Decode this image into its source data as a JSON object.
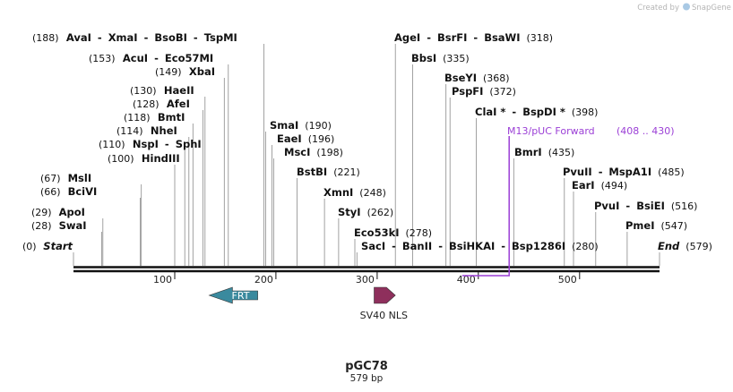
{
  "credit": {
    "prefix": "Created by",
    "brand": "SnapGene"
  },
  "plasmid": {
    "name": "pGC78",
    "length_text": "579 bp",
    "length_bp": 579
  },
  "colors": {
    "backbone": "#111111",
    "primer": "#9b3fd6",
    "frt": "#3a8a9e",
    "sv40": "#8e2f5c"
  },
  "sites": [
    {
      "pos": 0,
      "parts": [
        {
          "t": "(0)",
          "k": "num"
        },
        {
          "t": "Start",
          "k": "end"
        }
      ]
    },
    {
      "pos": 28,
      "parts": [
        {
          "t": "(28)",
          "k": "num"
        },
        {
          "t": "SwaI",
          "k": "ez"
        }
      ]
    },
    {
      "pos": 29,
      "parts": [
        {
          "t": "(29)",
          "k": "num"
        },
        {
          "t": "ApoI",
          "k": "ez"
        }
      ]
    },
    {
      "pos": 66,
      "parts": [
        {
          "t": "(66)",
          "k": "num"
        },
        {
          "t": "BciVI",
          "k": "ez"
        }
      ]
    },
    {
      "pos": 67,
      "parts": [
        {
          "t": "(67)",
          "k": "num"
        },
        {
          "t": "MslI",
          "k": "ez"
        }
      ]
    },
    {
      "pos": 100,
      "parts": [
        {
          "t": "(100)",
          "k": "num"
        },
        {
          "t": "HindIII",
          "k": "ez"
        }
      ]
    },
    {
      "pos": 110,
      "parts": [
        {
          "t": "(110)",
          "k": "num"
        },
        {
          "t": "NspI",
          "k": "ez"
        },
        {
          "t": "-",
          "k": "dash"
        },
        {
          "t": "SphI",
          "k": "ez"
        }
      ]
    },
    {
      "pos": 114,
      "parts": [
        {
          "t": "(114)",
          "k": "num"
        },
        {
          "t": "NheI",
          "k": "ez"
        }
      ]
    },
    {
      "pos": 118,
      "parts": [
        {
          "t": "(118)",
          "k": "num"
        },
        {
          "t": "BmtI",
          "k": "ez"
        }
      ]
    },
    {
      "pos": 128,
      "parts": [
        {
          "t": "(128)",
          "k": "num"
        },
        {
          "t": "AfeI",
          "k": "ez"
        }
      ]
    },
    {
      "pos": 130,
      "parts": [
        {
          "t": "(130)",
          "k": "num"
        },
        {
          "t": "HaeII",
          "k": "ez"
        }
      ]
    },
    {
      "pos": 149,
      "parts": [
        {
          "t": "(149)",
          "k": "num"
        },
        {
          "t": "XbaI",
          "k": "ez"
        }
      ]
    },
    {
      "pos": 153,
      "parts": [
        {
          "t": "(153)",
          "k": "num"
        },
        {
          "t": "AcuI",
          "k": "ez"
        },
        {
          "t": "-",
          "k": "dash"
        },
        {
          "t": "Eco57MI",
          "k": "ez"
        }
      ]
    },
    {
      "pos": 188,
      "parts": [
        {
          "t": "(188)",
          "k": "num"
        },
        {
          "t": "AvaI",
          "k": "ez"
        },
        {
          "t": "-",
          "k": "dash"
        },
        {
          "t": "XmaI",
          "k": "ez"
        },
        {
          "t": "-",
          "k": "dash"
        },
        {
          "t": "BsoBI",
          "k": "ez"
        },
        {
          "t": "-",
          "k": "dash"
        },
        {
          "t": "TspMI",
          "k": "ez"
        }
      ]
    },
    {
      "pos": 190,
      "parts": [
        {
          "t": "SmaI",
          "k": "ez"
        },
        {
          "t": "(190)",
          "k": "num"
        }
      ]
    },
    {
      "pos": 196,
      "parts": [
        {
          "t": "EaeI",
          "k": "ez"
        },
        {
          "t": "(196)",
          "k": "num"
        }
      ]
    },
    {
      "pos": 198,
      "parts": [
        {
          "t": "MscI",
          "k": "ez"
        },
        {
          "t": "(198)",
          "k": "num"
        }
      ]
    },
    {
      "pos": 221,
      "parts": [
        {
          "t": "BstBI",
          "k": "ez"
        },
        {
          "t": "(221)",
          "k": "num"
        }
      ]
    },
    {
      "pos": 248,
      "parts": [
        {
          "t": "XmnI",
          "k": "ez"
        },
        {
          "t": "(248)",
          "k": "num"
        }
      ]
    },
    {
      "pos": 262,
      "parts": [
        {
          "t": "StyI",
          "k": "ez"
        },
        {
          "t": "(262)",
          "k": "num"
        }
      ]
    },
    {
      "pos": 278,
      "parts": [
        {
          "t": "Eco53kI",
          "k": "ez"
        },
        {
          "t": "(278)",
          "k": "num"
        }
      ]
    },
    {
      "pos": 280,
      "parts": [
        {
          "t": "SacI",
          "k": "ez"
        },
        {
          "t": "-",
          "k": "dash"
        },
        {
          "t": "BanII",
          "k": "ez"
        },
        {
          "t": "-",
          "k": "dash"
        },
        {
          "t": "BsiHKAI",
          "k": "ez"
        },
        {
          "t": "-",
          "k": "dash"
        },
        {
          "t": "Bsp1286I",
          "k": "ez"
        },
        {
          "t": "(280)",
          "k": "num"
        }
      ]
    },
    {
      "pos": 318,
      "parts": [
        {
          "t": "AgeI",
          "k": "ez"
        },
        {
          "t": "-",
          "k": "dash"
        },
        {
          "t": "BsrFI",
          "k": "ez"
        },
        {
          "t": "-",
          "k": "dash"
        },
        {
          "t": "BsaWI",
          "k": "ez"
        },
        {
          "t": "(318)",
          "k": "num"
        }
      ]
    },
    {
      "pos": 335,
      "parts": [
        {
          "t": "BbsI",
          "k": "ez"
        },
        {
          "t": "(335)",
          "k": "num"
        }
      ]
    },
    {
      "pos": 368,
      "parts": [
        {
          "t": "BseYI",
          "k": "ez"
        },
        {
          "t": "(368)",
          "k": "num"
        }
      ]
    },
    {
      "pos": 372,
      "parts": [
        {
          "t": "PspFI",
          "k": "ez"
        },
        {
          "t": "(372)",
          "k": "num"
        }
      ]
    },
    {
      "pos": 398,
      "parts": [
        {
          "t": "ClaI *",
          "k": "ez"
        },
        {
          "t": "-",
          "k": "dash"
        },
        {
          "t": "BspDI *",
          "k": "ez"
        },
        {
          "t": "(398)",
          "k": "num"
        }
      ]
    },
    {
      "pos": 435,
      "parts": [
        {
          "t": "BmrI",
          "k": "ez"
        },
        {
          "t": "(435)",
          "k": "num"
        }
      ]
    },
    {
      "pos": 485,
      "parts": [
        {
          "t": "PvuII",
          "k": "ez"
        },
        {
          "t": "-",
          "k": "dash"
        },
        {
          "t": "MspA1I",
          "k": "ez"
        },
        {
          "t": "(485)",
          "k": "num"
        }
      ]
    },
    {
      "pos": 494,
      "parts": [
        {
          "t": "EarI",
          "k": "ez"
        },
        {
          "t": "(494)",
          "k": "num"
        }
      ]
    },
    {
      "pos": 516,
      "parts": [
        {
          "t": "PvuI",
          "k": "ez"
        },
        {
          "t": "-",
          "k": "dash"
        },
        {
          "t": "BsiEI",
          "k": "ez"
        },
        {
          "t": "(516)",
          "k": "num"
        }
      ]
    },
    {
      "pos": 547,
      "parts": [
        {
          "t": "PmeI",
          "k": "ez"
        },
        {
          "t": "(547)",
          "k": "num"
        }
      ]
    },
    {
      "pos": 579,
      "parts": [
        {
          "t": "End",
          "k": "end"
        },
        {
          "t": "(579)",
          "k": "num"
        }
      ]
    }
  ],
  "ruler_ticks": [
    100,
    200,
    300,
    400,
    500
  ],
  "primer": {
    "label": "M13/pUC Forward",
    "range_text": "(408 .. 430)",
    "start": 408,
    "end": 430
  },
  "features": [
    {
      "label": "FRT",
      "start": 134,
      "end": 182,
      "direction": "reverse"
    },
    {
      "label": "SV40 NLS",
      "start": 297,
      "end": 318,
      "direction": "forward"
    }
  ]
}
